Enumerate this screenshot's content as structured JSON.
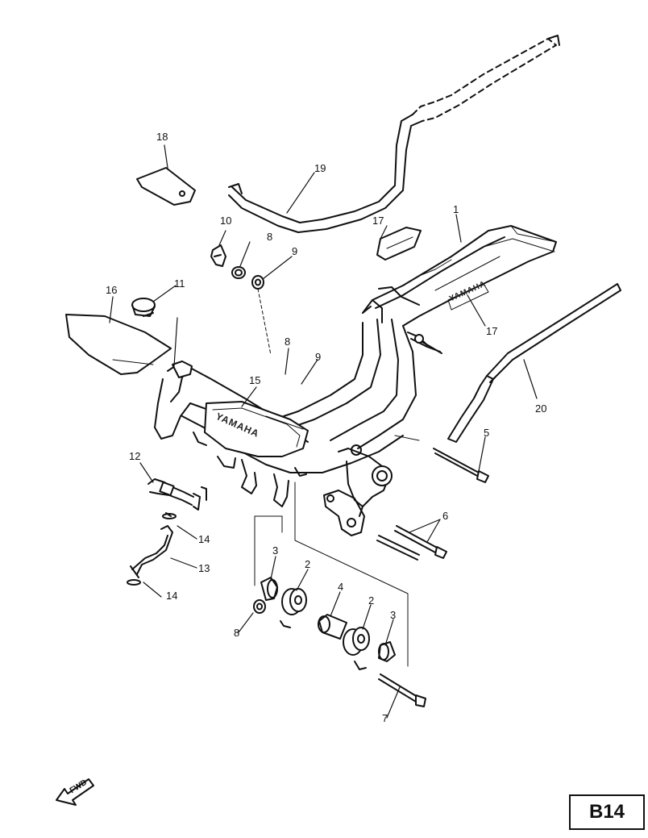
{
  "page_code": "B14",
  "fwd_label": "FWD",
  "decals": {
    "shield": "YAMAHA",
    "side": "YAMAHA"
  },
  "callouts": [
    {
      "id": "c18a",
      "text": "18"
    },
    {
      "id": "c19",
      "text": "19"
    },
    {
      "id": "c10",
      "text": "10"
    },
    {
      "id": "c8a",
      "text": "8"
    },
    {
      "id": "c9a",
      "text": "9"
    },
    {
      "id": "c17a",
      "text": "17"
    },
    {
      "id": "c1",
      "text": "1"
    },
    {
      "id": "c16",
      "text": "16"
    },
    {
      "id": "c11",
      "text": "11"
    },
    {
      "id": "c8b",
      "text": "8"
    },
    {
      "id": "c9b",
      "text": "9"
    },
    {
      "id": "c15",
      "text": "15"
    },
    {
      "id": "c17b",
      "text": "17"
    },
    {
      "id": "c20",
      "text": "20"
    },
    {
      "id": "c5",
      "text": "5"
    },
    {
      "id": "c12",
      "text": "12"
    },
    {
      "id": "c6",
      "text": "6"
    },
    {
      "id": "c14a",
      "text": "14"
    },
    {
      "id": "c13",
      "text": "13"
    },
    {
      "id": "c14b",
      "text": "14"
    },
    {
      "id": "c3a",
      "text": "3"
    },
    {
      "id": "c2a",
      "text": "2"
    },
    {
      "id": "c4",
      "text": "4"
    },
    {
      "id": "c2b",
      "text": "2"
    },
    {
      "id": "c3b",
      "text": "3"
    },
    {
      "id": "c8c",
      "text": "8"
    },
    {
      "id": "c7",
      "text": "7"
    }
  ]
}
